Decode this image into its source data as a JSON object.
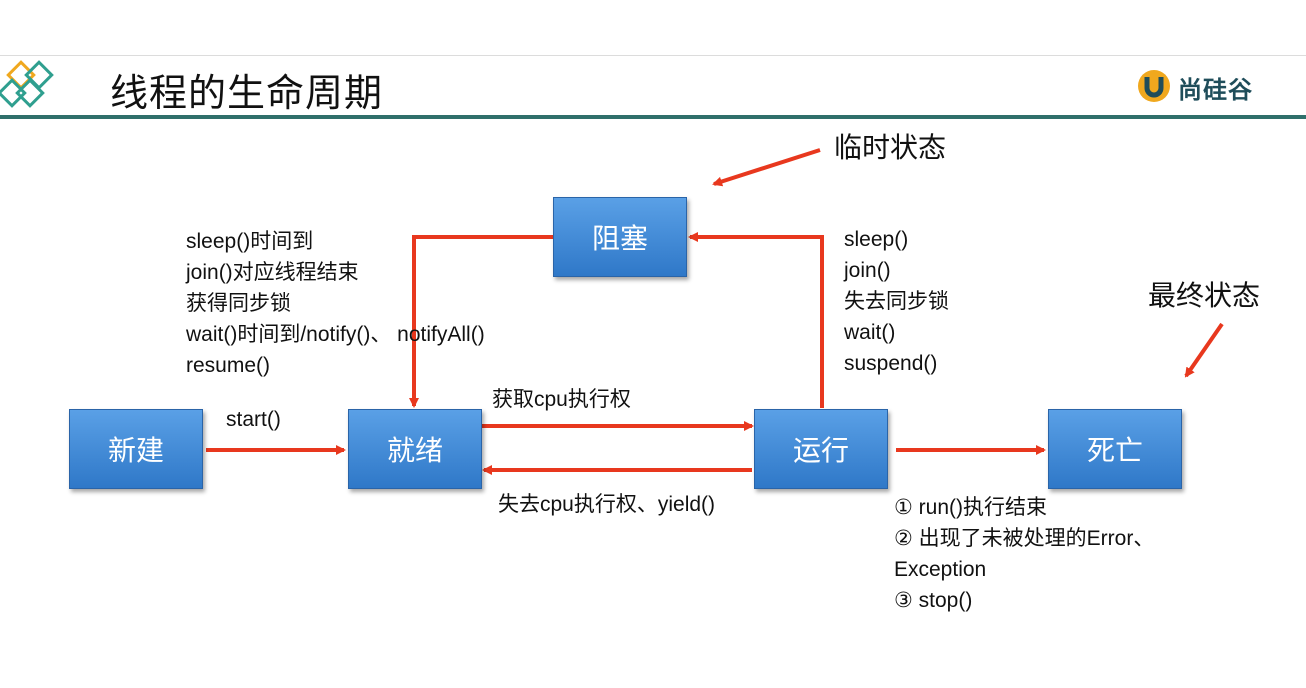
{
  "slide": {
    "title": "线程的生命周期",
    "brand": "尚硅谷"
  },
  "states": {
    "new": "新建",
    "ready": "就绪",
    "running": "运行",
    "blocked": "阻塞",
    "dead": "死亡"
  },
  "callouts": {
    "temporary": "临时状态",
    "final": "最终状态"
  },
  "transitions": {
    "new_to_ready": "start()",
    "ready_to_running": "获取cpu执行权",
    "running_to_ready": "失去cpu执行权、yield()",
    "blocked_to_ready": [
      "sleep()时间到",
      "join()对应线程结束",
      "获得同步锁",
      "wait()时间到/notify()、 notifyAll()",
      "resume()"
    ],
    "running_to_blocked": [
      "sleep()",
      "join()",
      "失去同步锁",
      "wait()",
      "suspend()"
    ],
    "running_to_dead": [
      "① run()执行结束",
      "② 出现了未被处理的Error、",
      "Exception",
      "③ stop()"
    ]
  },
  "colors": {
    "arrow": "#e8381e",
    "state_fill": "#3f89d8",
    "header_rule": "#2f6f6b"
  }
}
